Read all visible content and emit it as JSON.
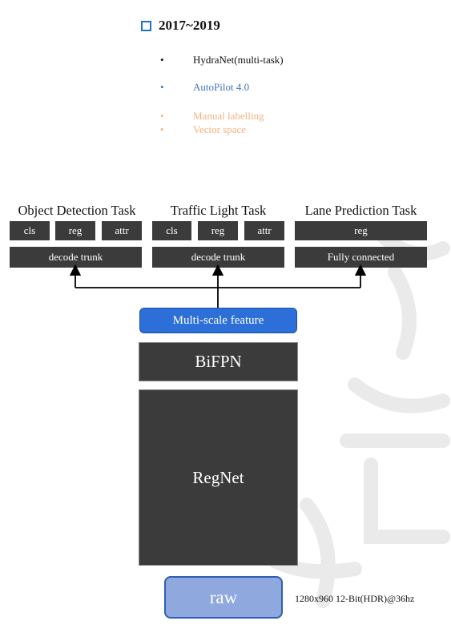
{
  "header": {
    "title": "2017~2019",
    "bullets": [
      {
        "text": "HydraNet(multi-task)",
        "color": "#111111"
      },
      {
        "text": "AutoPilot 4.0",
        "color": "#4472c4"
      },
      {
        "text": "Manual labelling",
        "color": "#f4b183"
      },
      {
        "text": "Vector space",
        "color": "#f4b183"
      }
    ]
  },
  "tasks": [
    {
      "title": "Object Detection Task",
      "heads": [
        "cls",
        "reg",
        "attr"
      ],
      "trunk": "decode trunk"
    },
    {
      "title": "Traffic Light Task",
      "heads": [
        "cls",
        "reg",
        "attr"
      ],
      "trunk": "decode trunk"
    },
    {
      "title": "Lane Prediction Task",
      "heads": [
        "reg"
      ],
      "trunk": "Fully connected"
    }
  ],
  "backbone": {
    "feature": "Multi-scale feature",
    "neck": "BiFPN",
    "body": "RegNet",
    "input": "raw",
    "input_note": "1280x960 12-Bit(HDR)@36hz"
  },
  "colors": {
    "dark_box": "#3b3b3b",
    "accent_blue": "#2d6fd8",
    "raw_fill": "#8fa9df"
  }
}
